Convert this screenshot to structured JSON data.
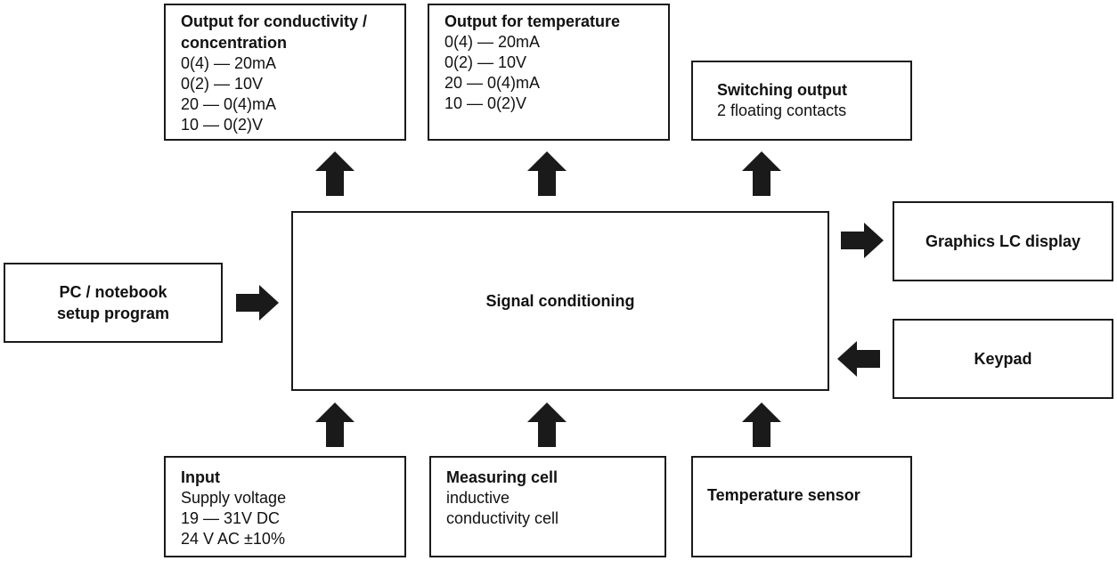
{
  "out_conductivity": {
    "title1": "Output for conductivity /",
    "title2": "concentration",
    "lines": [
      "0(4) — 20mA",
      "0(2) — 10V",
      "20 — 0(4)mA",
      "10 — 0(2)V"
    ]
  },
  "out_temperature": {
    "title": "Output for temperature",
    "lines": [
      "0(4) — 20mA",
      "0(2) — 10V",
      "20 — 0(4)mA",
      "10 — 0(2)V"
    ]
  },
  "switching": {
    "title": "Switching output",
    "line": "2 floating contacts"
  },
  "display": {
    "title": "Graphics LC display"
  },
  "pc": {
    "title1": "PC / notebook",
    "title2": "setup program"
  },
  "center": {
    "title": "Signal conditioning"
  },
  "keypad": {
    "title": "Keypad"
  },
  "input": {
    "title": "Input",
    "lines": [
      "Supply voltage",
      "19 — 31V DC",
      "24 V AC ±10%"
    ]
  },
  "cell": {
    "title": "Measuring cell",
    "lines": [
      "inductive",
      "conductivity cell"
    ]
  },
  "temp_sensor": {
    "title": "Temperature sensor"
  },
  "colors": {
    "stroke": "#1a1a1a",
    "arrow": "#1a1a1a",
    "background": "#ffffff"
  }
}
